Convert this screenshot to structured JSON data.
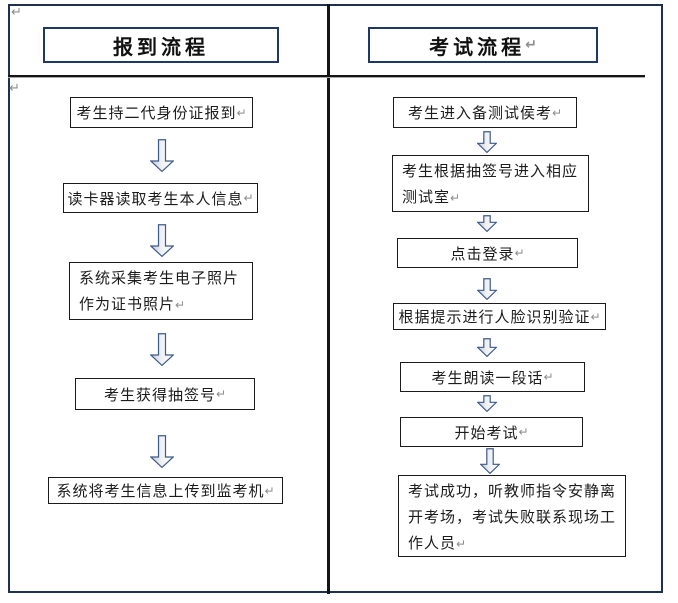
{
  "marks": {
    "paragraph_return": "↵"
  },
  "colors": {
    "frame_border": "#20314f",
    "title_border": "#1f3864",
    "box_border": "#1b1b1b",
    "divider": "#151515",
    "arrow_outline": "#3e5a8a",
    "paragraph_mark": "#8c8c8c",
    "text": "#1c1c1c"
  },
  "checkin": {
    "title": "报到流程",
    "steps": [
      "考生持二代身份证报到",
      "读卡器读取考生本人信息",
      "系统采集考生电子照片\n作为证书照片",
      "考生获得抽签号",
      "系统将考生信息上传到监考机"
    ]
  },
  "exam": {
    "title": "考试流程",
    "steps": [
      "考生进入备测试侯考",
      "考生根据抽签号进入相应\n测试室",
      "点击登录",
      "根据提示进行人脸识别验证",
      "考生朗读一段话",
      "开始考试",
      "考试成功，听教师指令安静离\n开考场，考试失败联系现场工\n作人员"
    ]
  }
}
